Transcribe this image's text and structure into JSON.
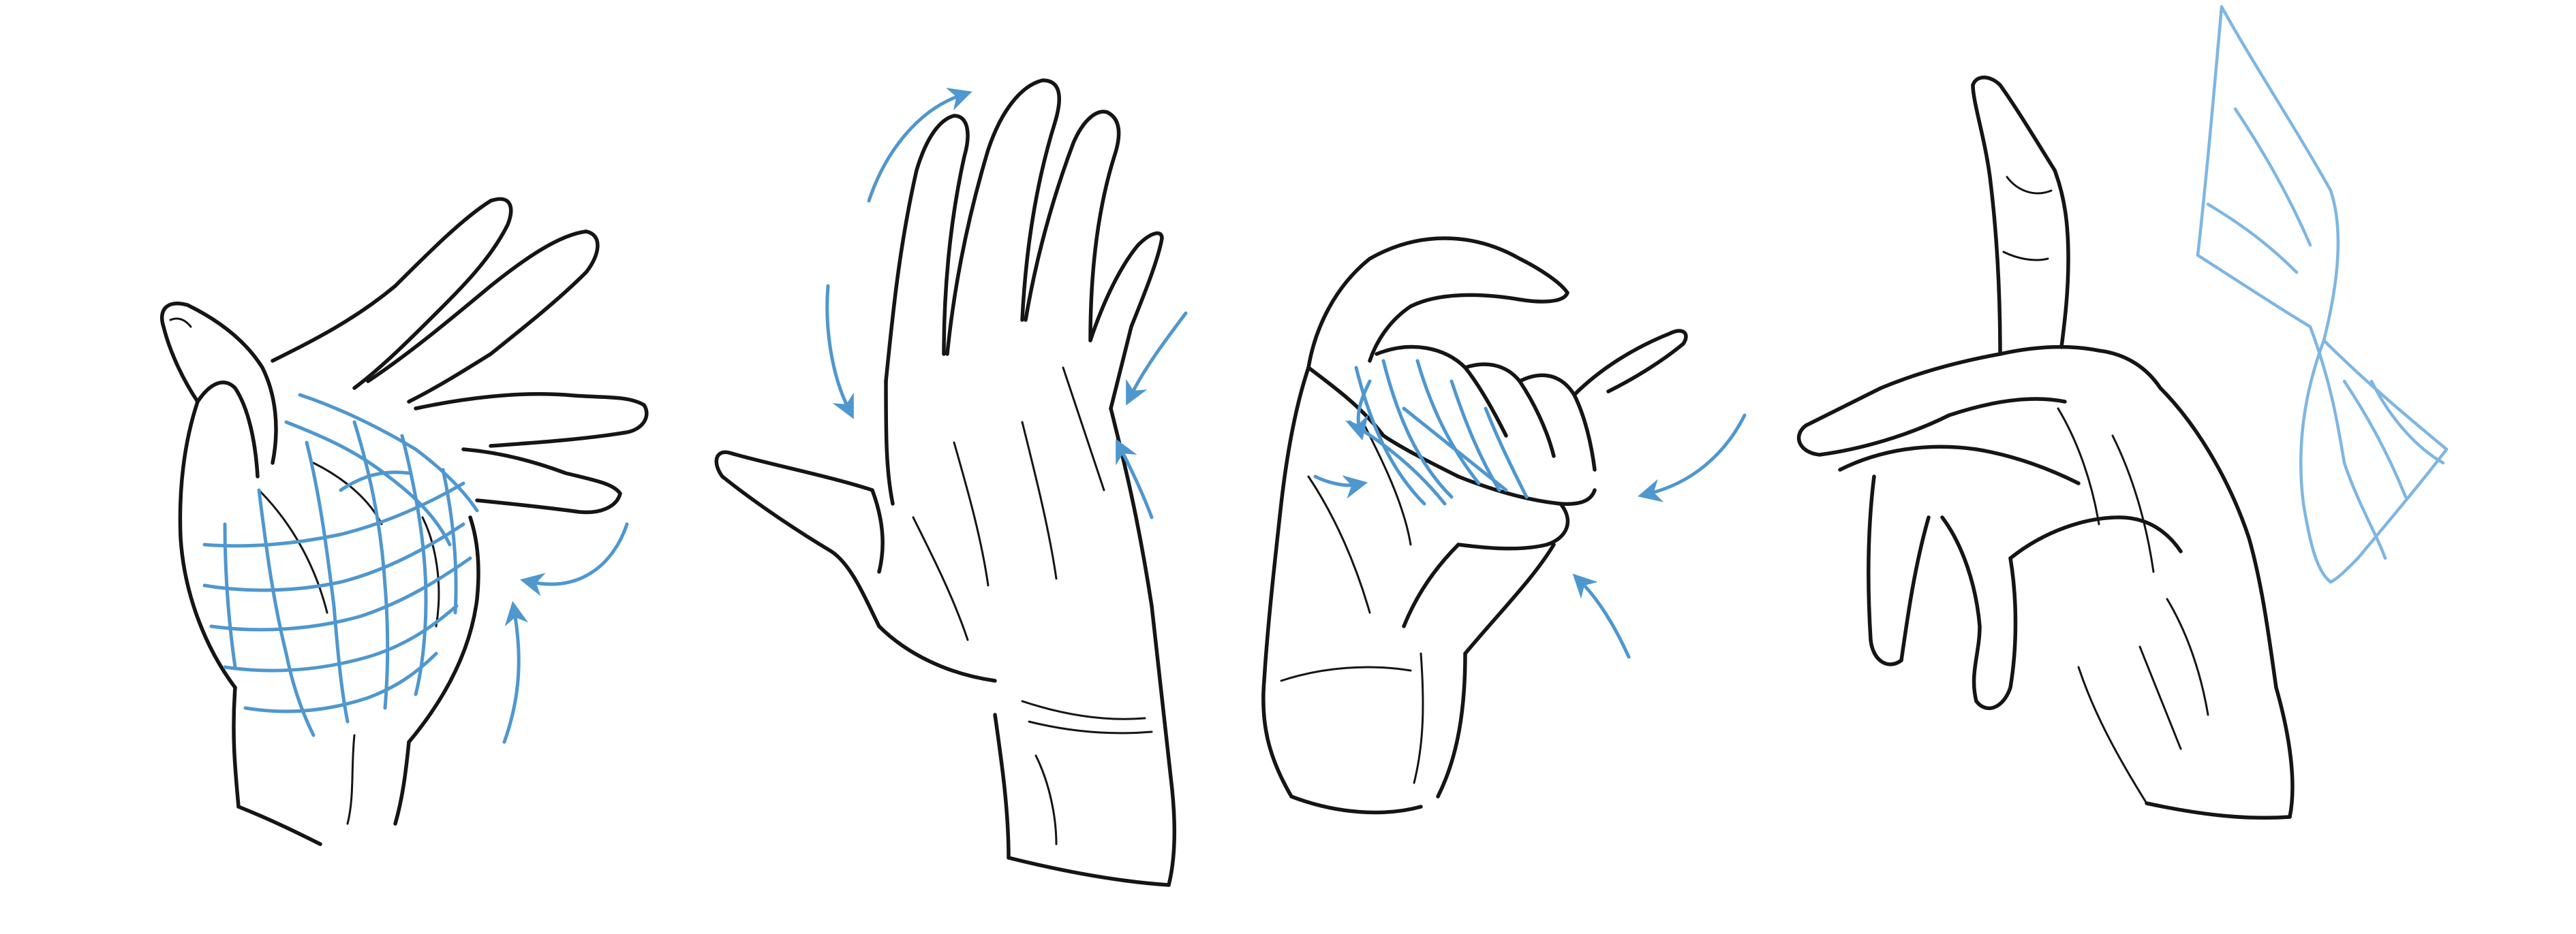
{
  "drawing": {
    "subject": "hand-gesture-sketches",
    "colors": {
      "background": "#ffffff",
      "line_art": "#151515",
      "guide_lines": "#4f97cf",
      "guide_lines_light": "#7eb6e2"
    },
    "sketches": [
      {
        "id": "hand-1",
        "pose": "cupped-palm",
        "guide": "contour-grid",
        "arrows": 2
      },
      {
        "id": "hand-2",
        "pose": "open-palm-raised",
        "guide": "direction-arrows",
        "arrows": 4
      },
      {
        "id": "hand-3",
        "pose": "pinch",
        "guide": "tendon-lines",
        "arrows": 4
      },
      {
        "id": "hand-4",
        "pose": "pointing-up",
        "guide": "plane-box",
        "arrows": 0
      }
    ]
  }
}
